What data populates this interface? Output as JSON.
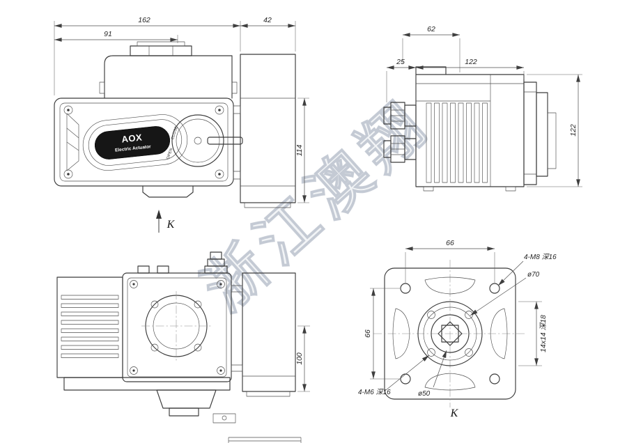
{
  "watermark": "浙江澳翔",
  "front_view": {
    "brand": "AOX",
    "brand_subtitle": "Electric Actuator",
    "dial_close": "CLOSE",
    "dial_open": "OPEN",
    "dim_total_width": "162",
    "dim_body_width": "91",
    "dim_cover_depth": "42",
    "dim_body_height": "114"
  },
  "side_view": {
    "dim_gland_span": "62",
    "dim_gland_offset": "25",
    "dim_body_length": "122",
    "dim_body_height": "122"
  },
  "bottom_view": {
    "dim_base_height": "100"
  },
  "k_view": {
    "dim_width": "66",
    "dim_height": "66",
    "note_m8_holes": "4-M8 深16",
    "note_bolt_circle": "ø70",
    "note_square_socket": "14x14 深18",
    "note_m6_holes": "4-M6 深16",
    "note_spigot": "ø50",
    "view_label": "K"
  },
  "k_arrow_label": "K"
}
